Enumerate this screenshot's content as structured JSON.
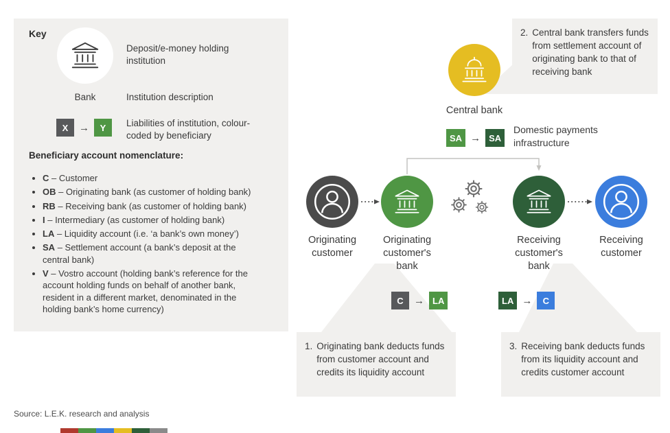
{
  "key_panel": {
    "title": "Key",
    "bank_icon_label": "Bank",
    "bank_description": "Deposit/e-money holding institution",
    "institution_description": "Institution description",
    "liability_from": "X",
    "liability_to": "Y",
    "liability_description": "Liabilities of institution, colour-coded by beneficiary",
    "nomenclature_title": "Beneficiary account nomenclature:",
    "nomenclature": [
      {
        "abbr": "C",
        "desc": "– Customer"
      },
      {
        "abbr": "OB",
        "desc": "– Originating bank (as customer of holding bank)"
      },
      {
        "abbr": "RB",
        "desc": "– Receiving bank (as customer of holding bank)"
      },
      {
        "abbr": "I",
        "desc": "– Intermediary (as customer of holding bank)"
      },
      {
        "abbr": "LA",
        "desc": "– Liquidity account (i.e. ‘a bank’s own money’)"
      },
      {
        "abbr": "SA",
        "desc": "– Settlement account (a bank’s deposit at the central bank)"
      },
      {
        "abbr": "V",
        "desc": "– Vostro account (holding bank’s reference for the account holding funds on behalf of another bank, resident in a different market, denominated in the holding bank’s home currency)"
      }
    ]
  },
  "diagram": {
    "central_bank_label": "Central bank",
    "settlement_transfer": {
      "from": "SA",
      "to": "SA"
    },
    "infrastructure_label": "Domestic payments infrastructure",
    "nodes": {
      "originating_customer": "Originating customer",
      "originating_bank": "Originating customer's bank",
      "receiving_bank": "Receiving customer's bank",
      "receiving_customer": "Receiving customer"
    },
    "originating_transfer": {
      "from": "C",
      "to": "LA"
    },
    "receiving_transfer": {
      "from": "LA",
      "to": "C"
    },
    "notes": {
      "note1": {
        "num": "1.",
        "text": "Originating bank deducts funds from customer account and credits its liquidity account"
      },
      "note2": {
        "num": "2.",
        "text": "Central bank transfers funds from settlement account of originating bank to that of receiving bank"
      },
      "note3": {
        "num": "3.",
        "text": "Receiving bank deducts funds from its liquidity account and credits customer account"
      }
    }
  },
  "source": "Source: L.E.K. research and analysis",
  "colors": {
    "green": "#4f9644",
    "dark_green": "#2e5f39",
    "blue": "#3b7ddd",
    "dark_gray": "#58595b",
    "yellow": "#e5bd22",
    "panel_bg": "#f1f0ee"
  },
  "footer_strip": {
    "colors": [
      "#b03a2e",
      "#4f9644",
      "#3b7ddd",
      "#e5bd22",
      "#2e5f39",
      "#8a8a8a"
    ]
  }
}
